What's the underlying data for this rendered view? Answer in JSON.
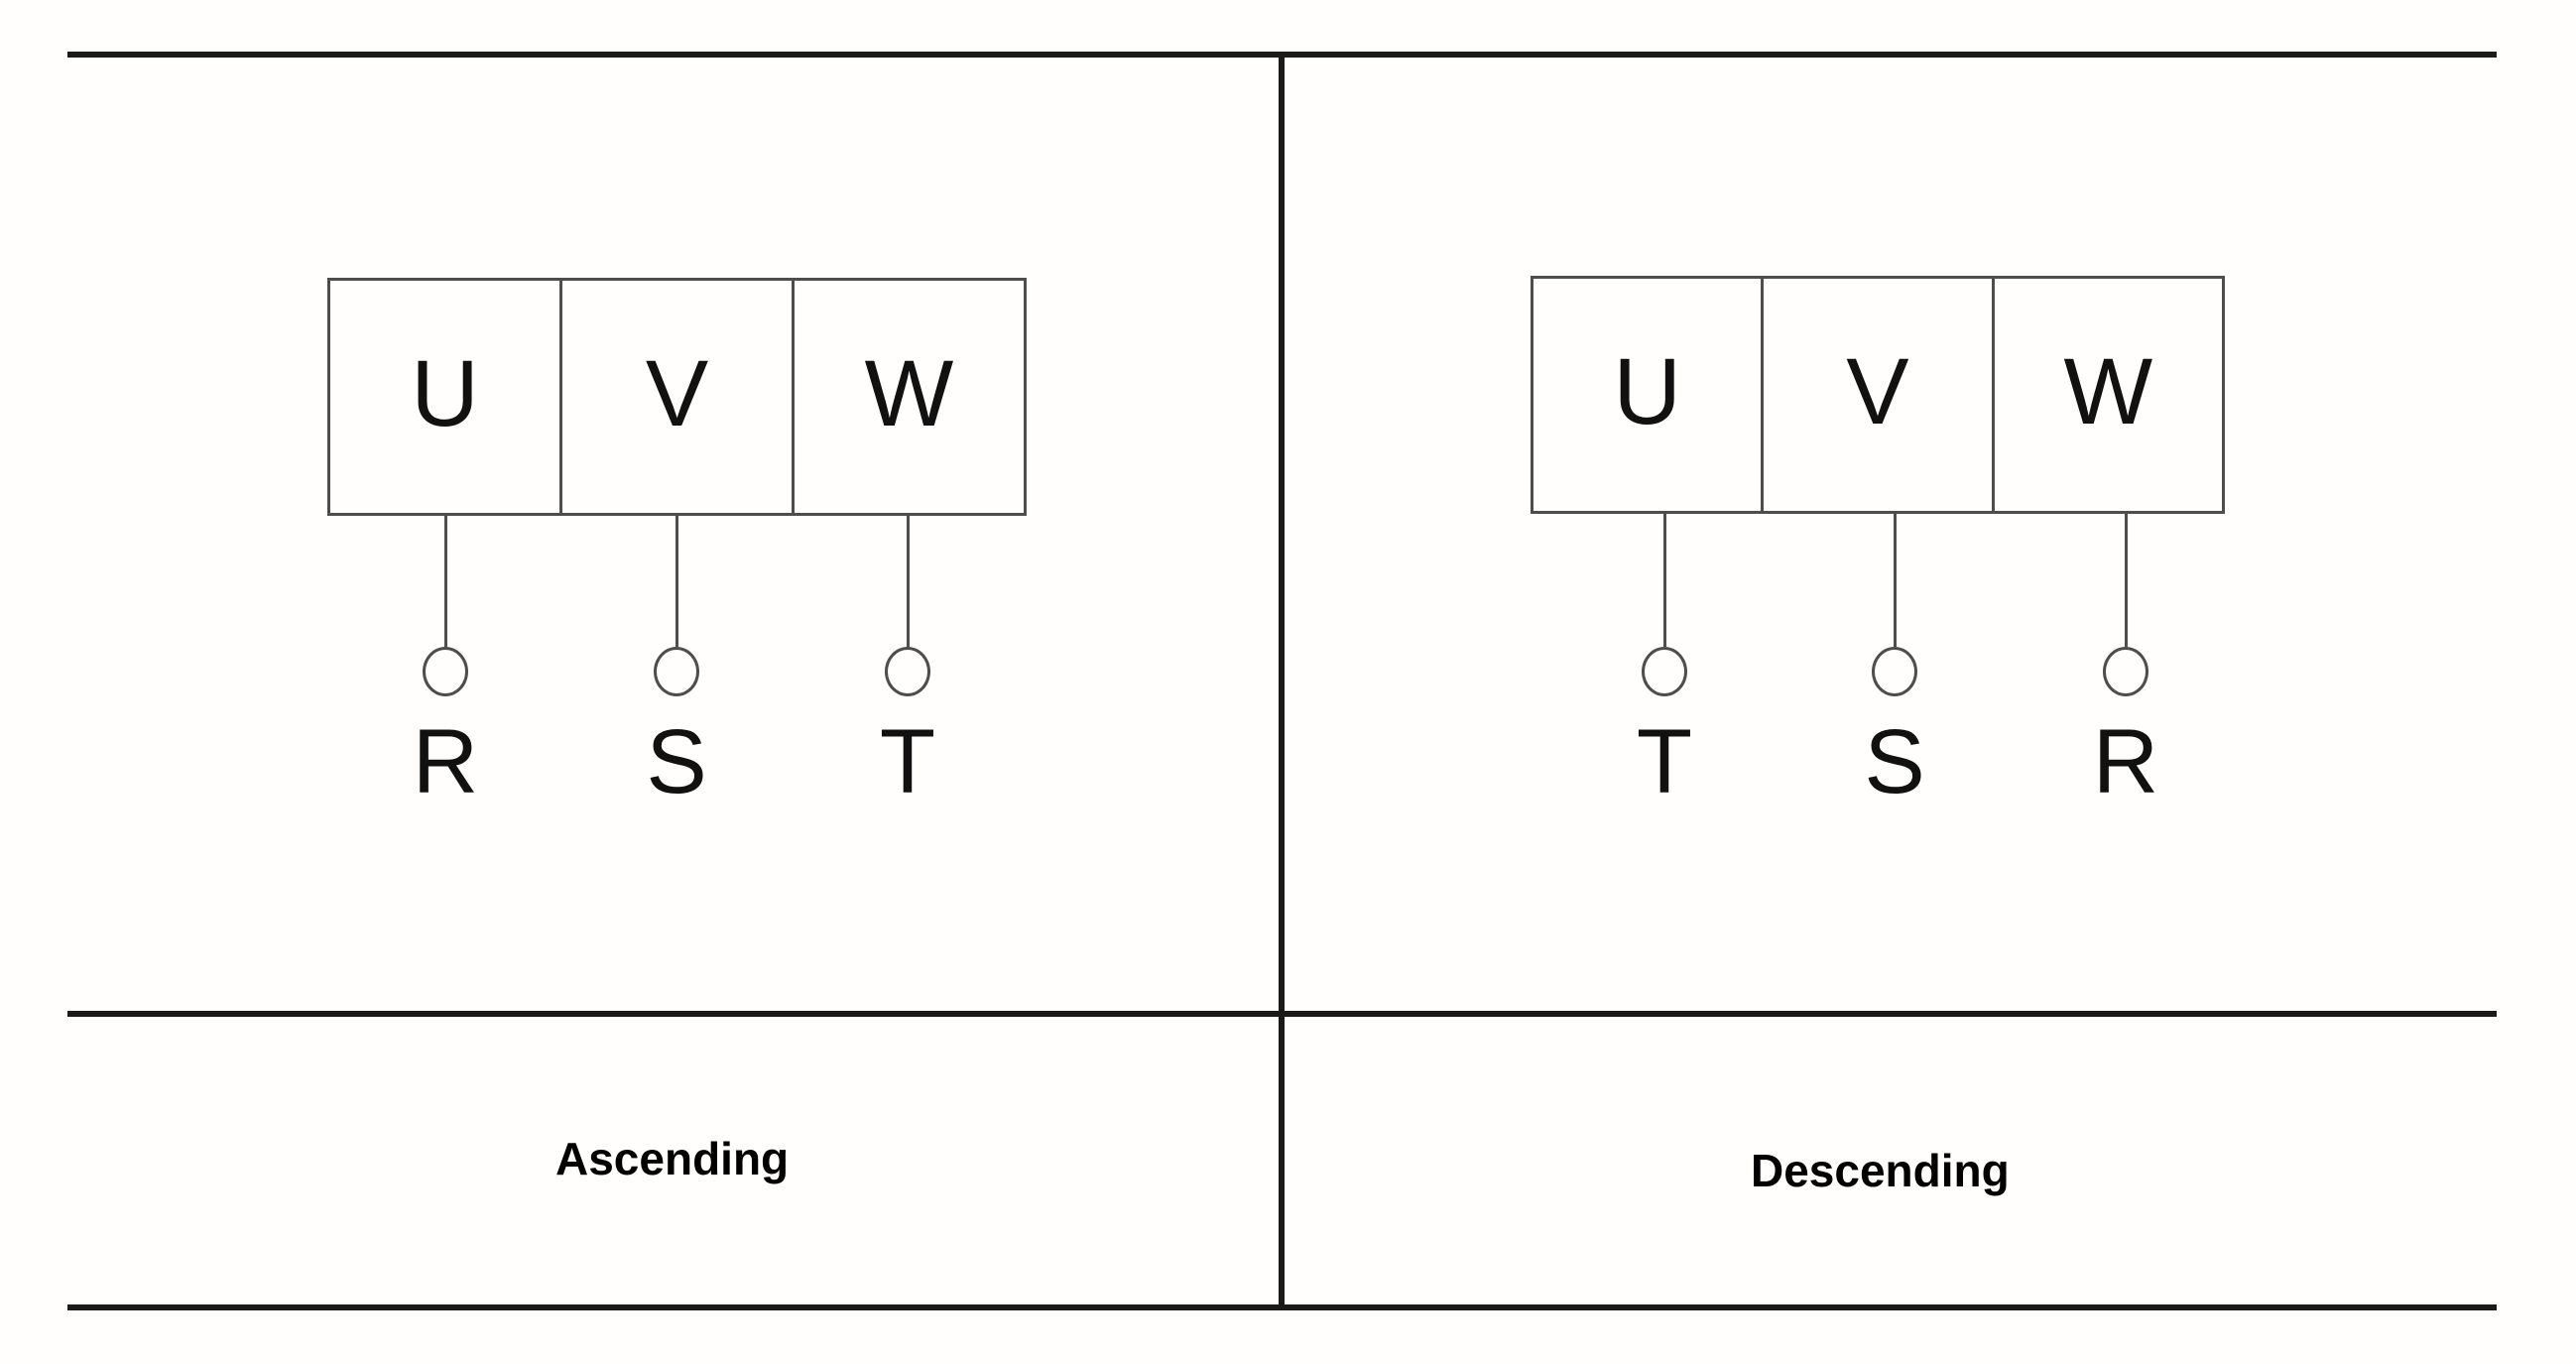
{
  "figure": {
    "type": "phase-rotation-diagram",
    "panel_count": 2
  },
  "panels": [
    {
      "id": "ascending",
      "caption": "Ascending",
      "box_cells": [
        "U",
        "V",
        "W"
      ],
      "terminal_labels": [
        "R",
        "S",
        "T"
      ]
    },
    {
      "id": "descending",
      "caption": "Descending",
      "box_cells": [
        "U",
        "V",
        "W"
      ],
      "terminal_labels": [
        "T",
        "S",
        "R"
      ]
    }
  ],
  "colors": {
    "rule": "#1a1a1a",
    "box_border": "#4d4d4d",
    "text": "#111111",
    "background": "#fffefc"
  }
}
